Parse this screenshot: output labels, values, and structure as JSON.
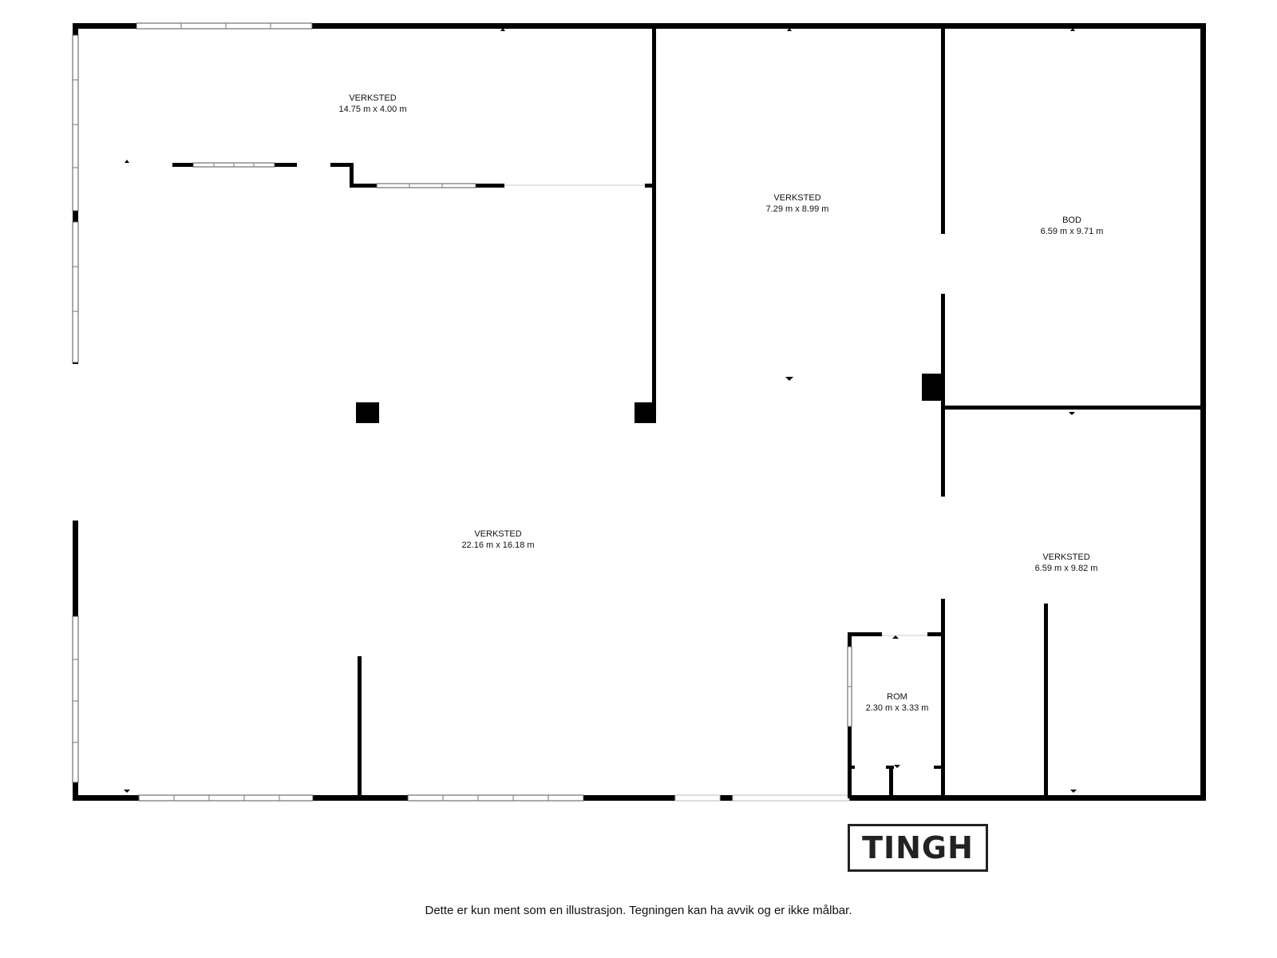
{
  "rooms": [
    {
      "name": "VERKSTED",
      "size": "14.75 m x 4.00 m"
    },
    {
      "name": "VERKSTED",
      "size": "7.29 m x 8.99 m"
    },
    {
      "name": "BOD",
      "size": "6.59 m x 9.71 m"
    },
    {
      "name": "VERKSTED",
      "size": "22.16 m x 16.18 m"
    },
    {
      "name": "VERKSTED",
      "size": "6.59 m x 9.82 m"
    },
    {
      "name": "ROM",
      "size": "2.30 m x 3.33 m"
    }
  ],
  "logo": {
    "text": "TINGH"
  },
  "disclaimer": "Dette er kun ment som en illustrasjon. Tegningen kan ha avvik og er ikke målbar."
}
